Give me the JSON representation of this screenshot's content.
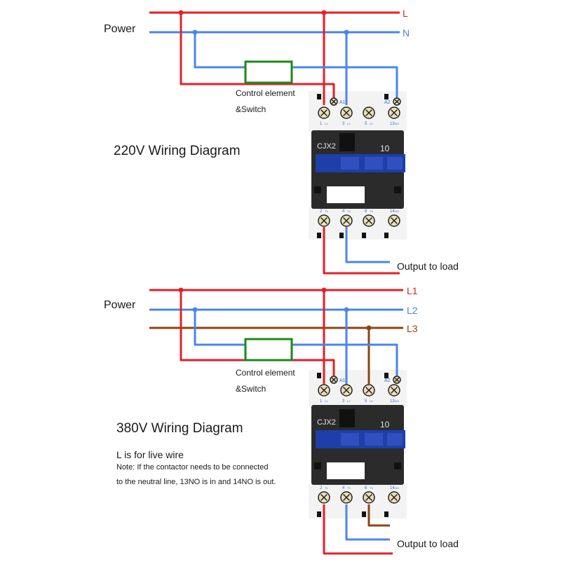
{
  "colors": {
    "live": "#e3202a",
    "neutral": "#4a86e8",
    "phase3": "#8b4513",
    "control": "#1a8a1a",
    "contactor_body": "#2b2b2b",
    "armature": "#1e3fa8",
    "terminal": "#e9dfb8"
  },
  "diagram_220": {
    "power_label": "Power",
    "line_l": "L",
    "line_n": "N",
    "control_label_1": "Control element",
    "control_label_2": "&Switch",
    "title": "220V Wiring Diagram",
    "model": "CJX2",
    "rating": "10",
    "terminal_a1": "A1",
    "terminal_a2": "A2",
    "top_terminals": [
      "1",
      "3",
      "5",
      "13"
    ],
    "top_subs": [
      "L1",
      "L2",
      "L3",
      "NO"
    ],
    "bottom_terminals": [
      "2",
      "4",
      "6",
      "14"
    ],
    "bottom_subs": [
      "T1",
      "T2",
      "T3",
      "NO"
    ],
    "output_label": "Output to load"
  },
  "diagram_380": {
    "power_label": "Power",
    "line_l1": "L1",
    "line_l2": "L2",
    "line_l3": "L3",
    "control_label_1": "Control element",
    "control_label_2": "&Switch",
    "title": "380V Wiring Diagram",
    "note_title": "L is for live wire",
    "note_line1": "Note: If the contactor needs to be connected",
    "note_line2": "to the neutral line, 13NO is in and 14NO is out.",
    "model": "CJX2",
    "rating": "10",
    "terminal_a1": "A1",
    "terminal_a2": "A2",
    "top_terminals": [
      "1",
      "3",
      "5",
      "13"
    ],
    "top_subs": [
      "L1",
      "L2",
      "L3",
      "NO"
    ],
    "bottom_terminals": [
      "2",
      "4",
      "6",
      "14"
    ],
    "bottom_subs": [
      "T1",
      "T2",
      "T3",
      "NO"
    ],
    "output_label": "Output to load"
  }
}
